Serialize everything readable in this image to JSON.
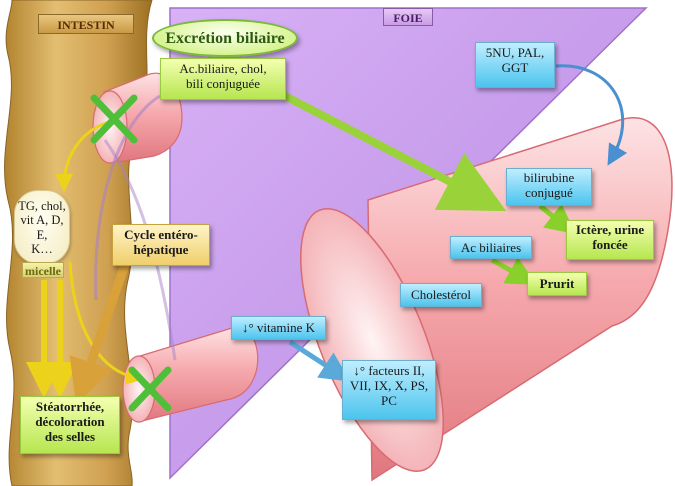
{
  "regions": {
    "intestin": "INTESTIN",
    "foie": "FOIE"
  },
  "excretion": "Excrétion biliaire",
  "ac_biliaire": [
    "Ac.biliaire, chol,",
    "bili conjuguée"
  ],
  "tg": [
    "TG, chol,",
    "vit A, D, E,",
    "K…"
  ],
  "micelle": "micelle",
  "cycle": [
    "Cycle entéro-",
    "hépatique"
  ],
  "steatorrhee": [
    "Stéatorrhée,",
    "décoloration",
    "des selles"
  ],
  "vitamine_k": "↓° vitamine K",
  "facteurs": [
    "↓° facteurs II,",
    "VII, IX, X, PS,",
    "PC"
  ],
  "bilirubine": [
    "bilirubine",
    "conjugué"
  ],
  "ictere": [
    "Ictère, urine",
    "foncée"
  ],
  "ac_biliaires_liver": "Ac biliaires",
  "prurit": "Prurit",
  "cholesterol": "Cholestérol",
  "markers": [
    "5NU, PAL,",
    "GGT"
  ],
  "colors": {
    "intestine": "#c99a45",
    "liver_triangle": "#cc99f0",
    "tube": "#f5a3a8",
    "green_arrow": "#9ad23a",
    "blue_arrow": "#5aa9d8",
    "yellow_arrow": "#ecd21a",
    "orange_arrow": "#d9a13a",
    "block_cross": "#4fbf3a"
  }
}
